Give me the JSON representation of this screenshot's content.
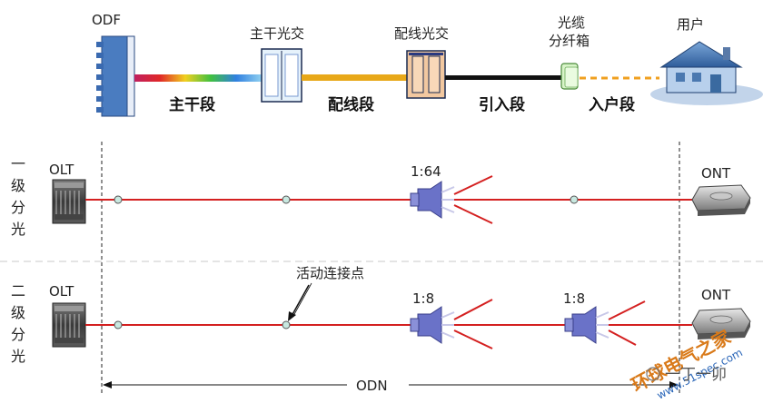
{
  "top": {
    "odf_label": "ODF",
    "trunk_box_label": "主干光交",
    "dist_box_label": "配线光交",
    "fiber_box_label_line1": "光缆",
    "fiber_box_label_line2": "分纤箱",
    "user_label": "用户",
    "segments": [
      "主干段",
      "配线段",
      "引入段",
      "入户段"
    ]
  },
  "row1": {
    "side_label": [
      "一",
      "级",
      "分",
      "光"
    ],
    "olt_label": "OLT",
    "ont_label": "ONT",
    "splitter_ratio": "1:64"
  },
  "row2": {
    "side_label": [
      "二",
      "级",
      "分",
      "光"
    ],
    "olt_label": "OLT",
    "ont_label": "ONT",
    "splitter1_ratio": "1:8",
    "splitter2_ratio": "1:8",
    "connector_annotation": "活动连接点"
  },
  "odn_label": "ODN",
  "watermark": {
    "site_cn": "环球电气之家",
    "site_url": "www.51spec.com",
    "author": "一丁一卯"
  },
  "colors": {
    "fiber_red": "#d42020",
    "drop_orange": "#f0a020",
    "splitter_blue": "#6a72c8"
  }
}
